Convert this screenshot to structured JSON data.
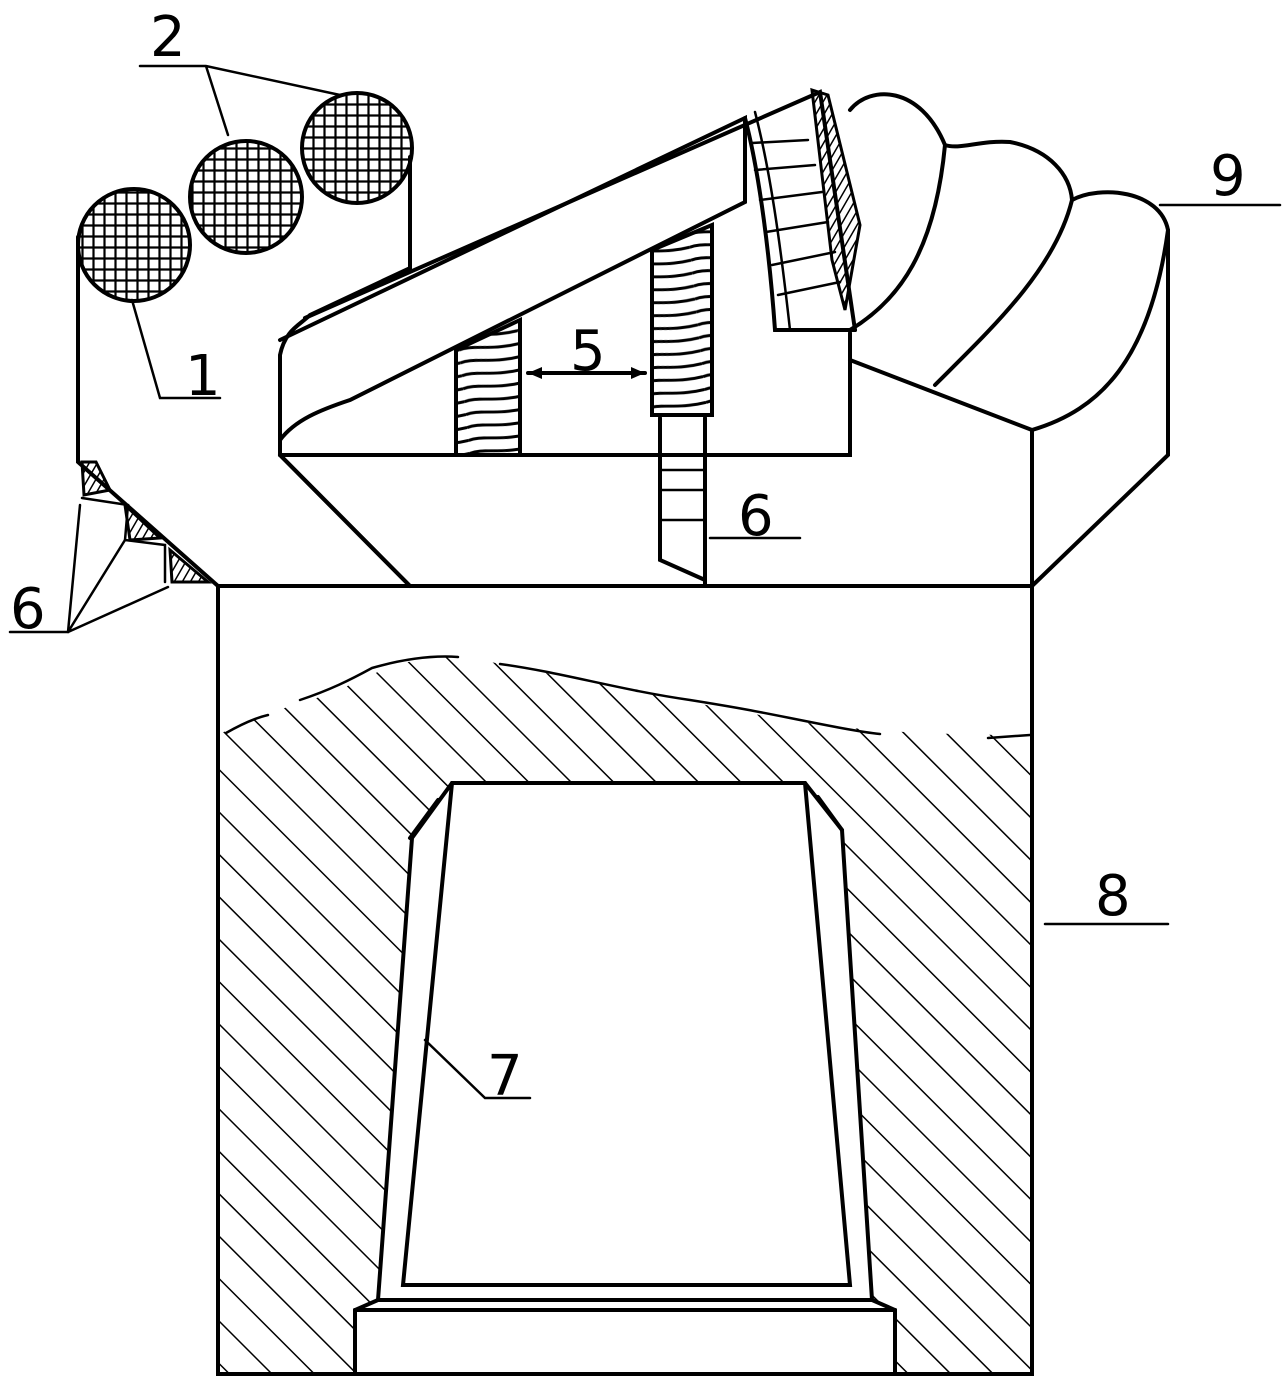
{
  "labels": {
    "cutter_tooth": "1",
    "cutter_row": "2",
    "support_block": "5",
    "wear_insert_right": "6",
    "wear_insert_left": "6",
    "inner_cavity": "7",
    "bit_body": "8",
    "tooth_cap": "9"
  }
}
